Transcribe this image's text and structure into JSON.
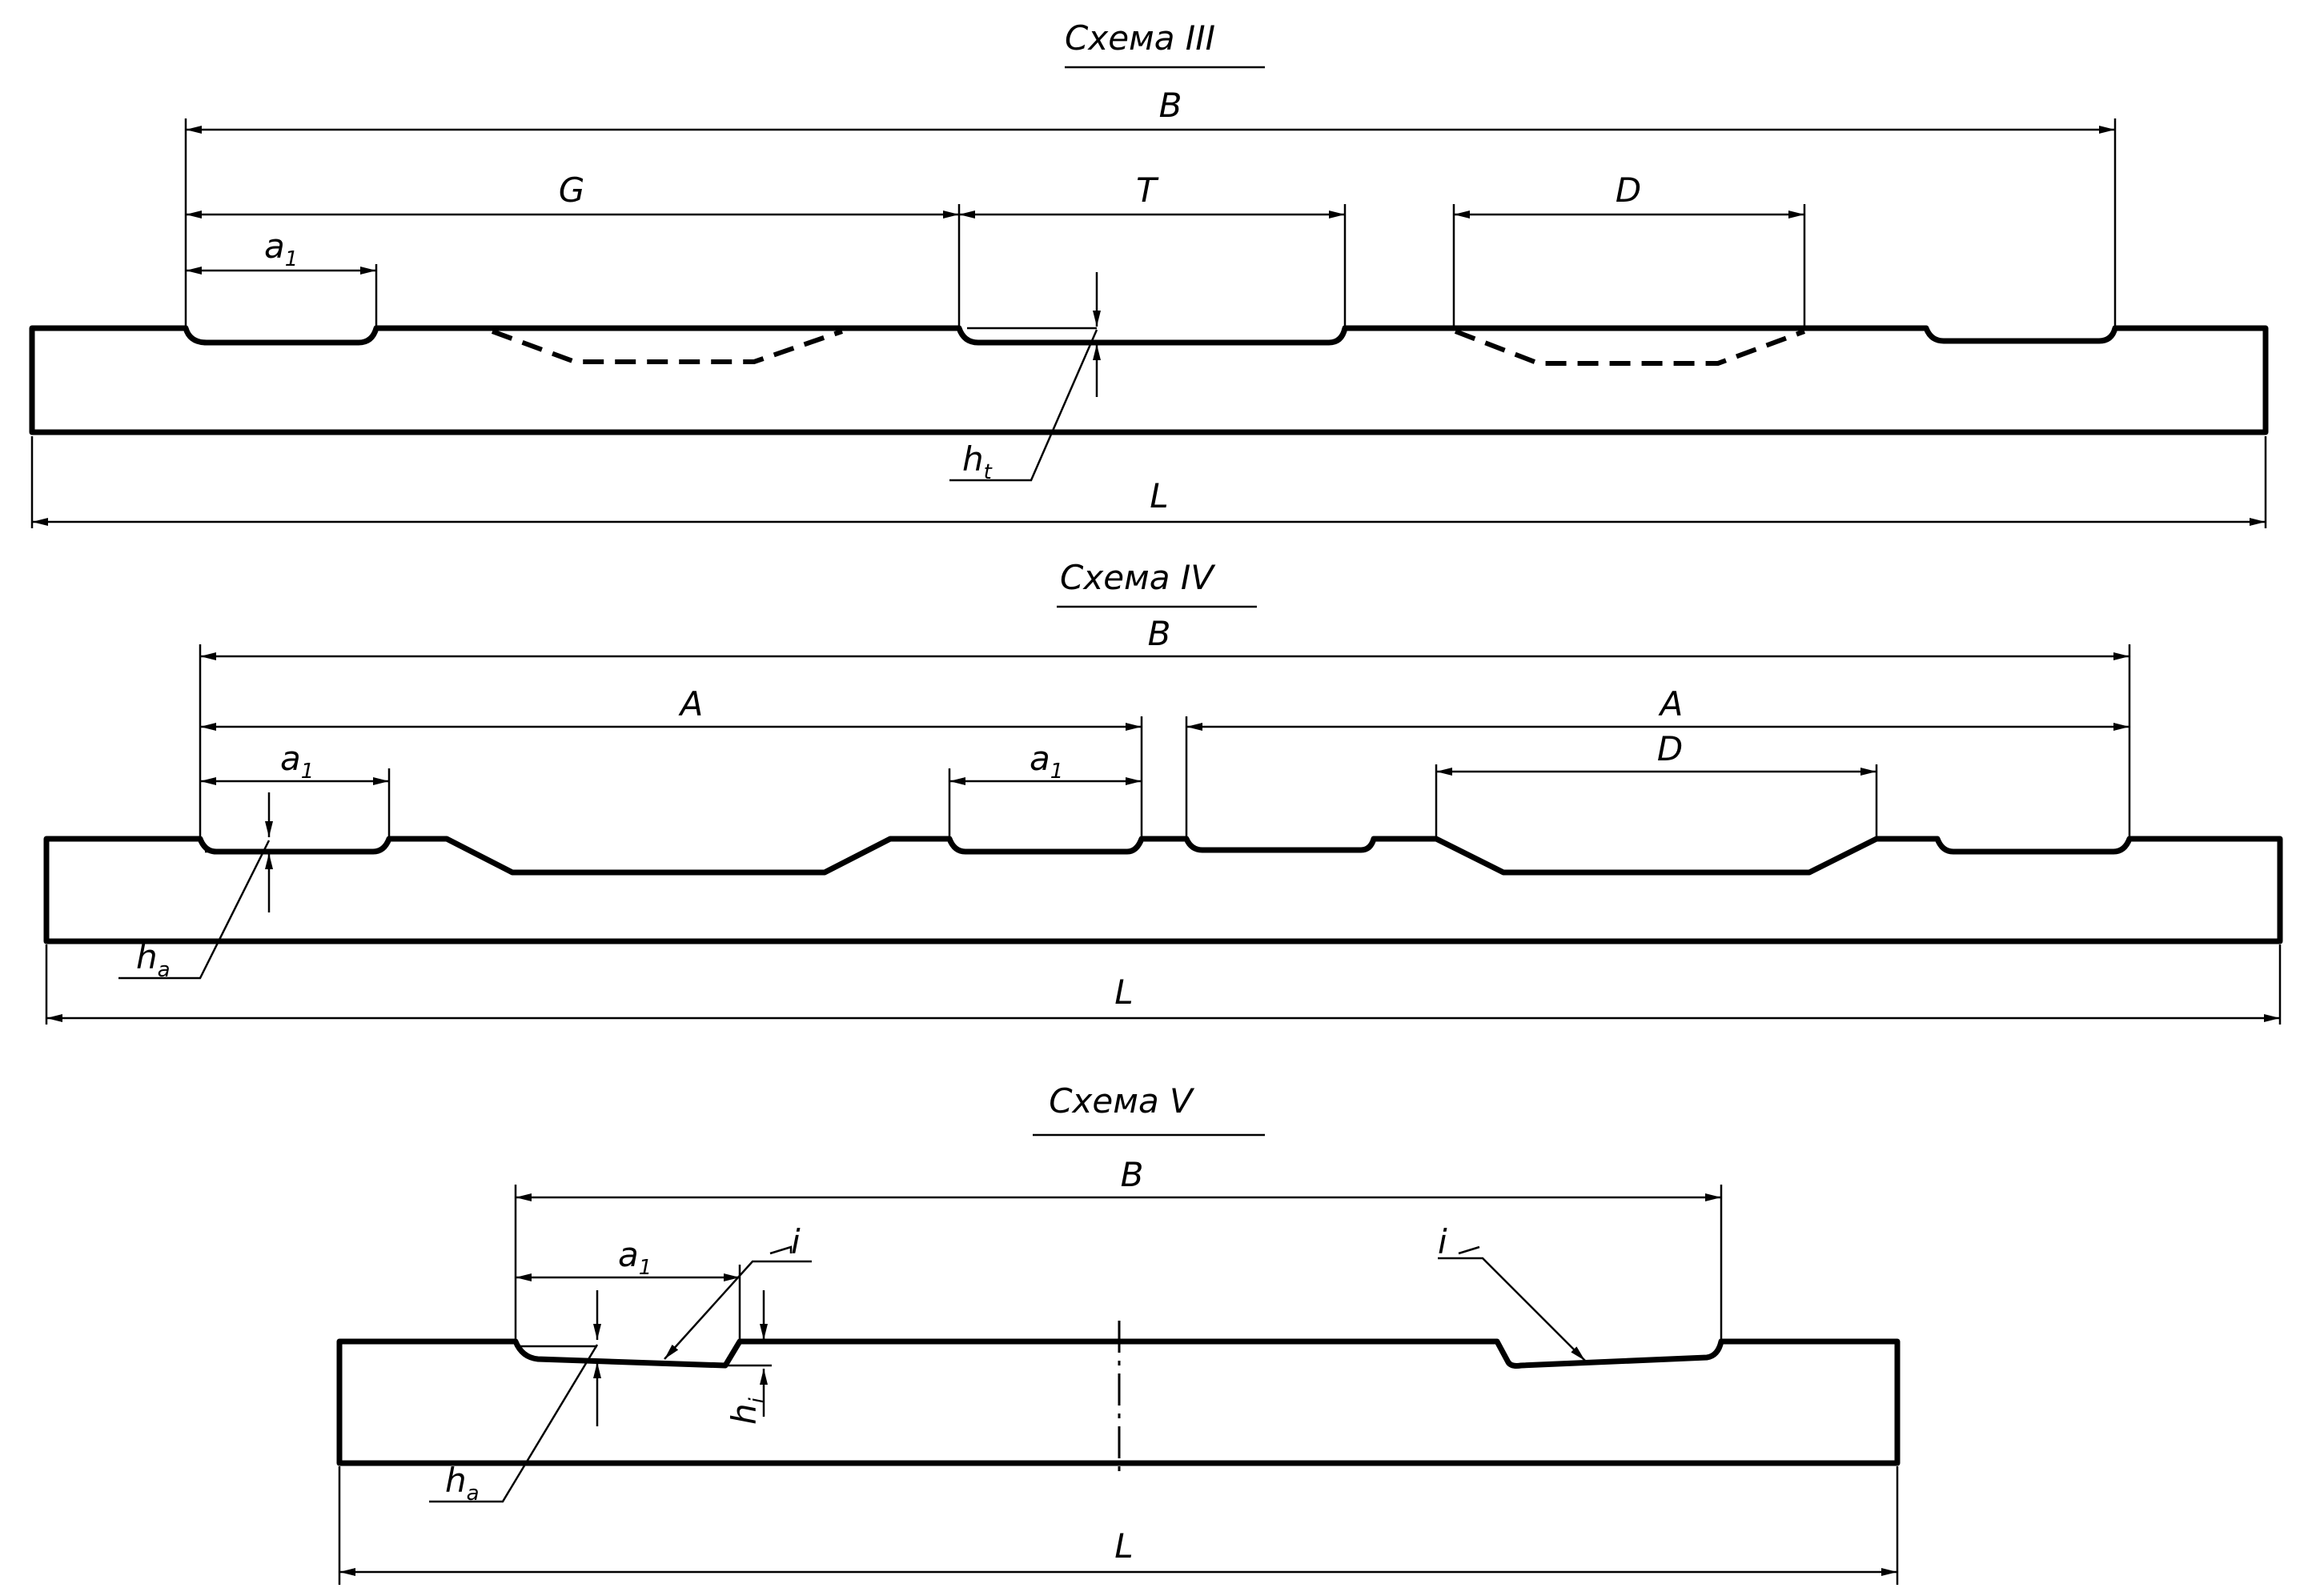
{
  "scheme3": {
    "title": "Схема III",
    "dim_B": "B",
    "dim_G": "G",
    "dim_T": "T",
    "dim_D": "D",
    "dim_a1": "a",
    "dim_a1_sub": "1",
    "dim_ht": "h",
    "dim_ht_sub": "t",
    "dim_L": "L"
  },
  "scheme4": {
    "title": "Схема IV",
    "dim_B": "B",
    "dim_A_left": "A",
    "dim_A_right": "A",
    "dim_a1_left": "a",
    "dim_a1_left_sub": "1",
    "dim_a1_mid": "a",
    "dim_a1_mid_sub": "1",
    "dim_D": "D",
    "dim_ha": "h",
    "dim_ha_sub": "a",
    "dim_L": "L"
  },
  "scheme5": {
    "title": "Схема V",
    "dim_B": "B",
    "dim_a1": "a",
    "dim_a1_sub": "1",
    "slope_left": "i",
    "slope_right": "i",
    "dim_hi": "h",
    "dim_hi_sub": "i",
    "dim_ha": "h",
    "dim_ha_sub": "a",
    "dim_L": "L"
  }
}
